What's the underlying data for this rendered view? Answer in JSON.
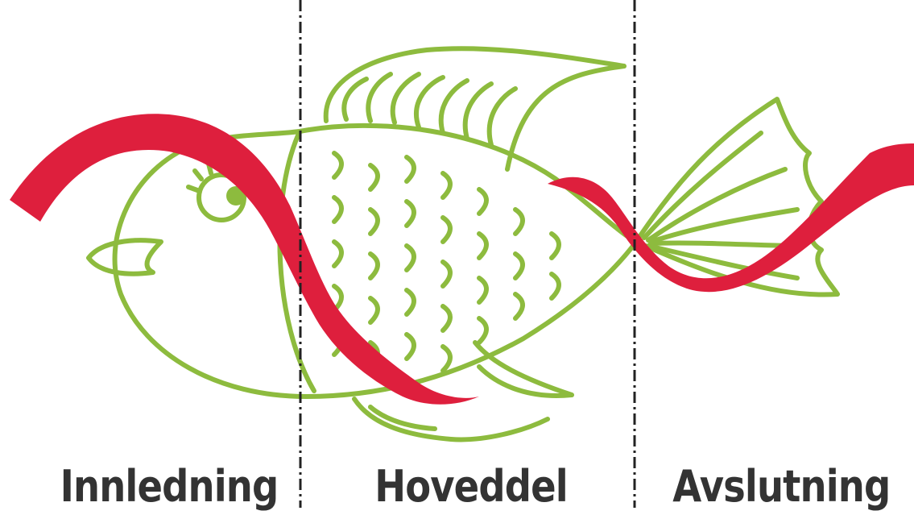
{
  "labels": {
    "intro": "Innledning",
    "main": "Hoveddel",
    "conclusion": "Avslutning"
  },
  "colors": {
    "fish": "#8dbb3e",
    "ribbon": "#de1f3d",
    "divider": "#222222",
    "label": "#333333"
  },
  "icons": {
    "illustration": "fish-with-ribbon-icon"
  }
}
